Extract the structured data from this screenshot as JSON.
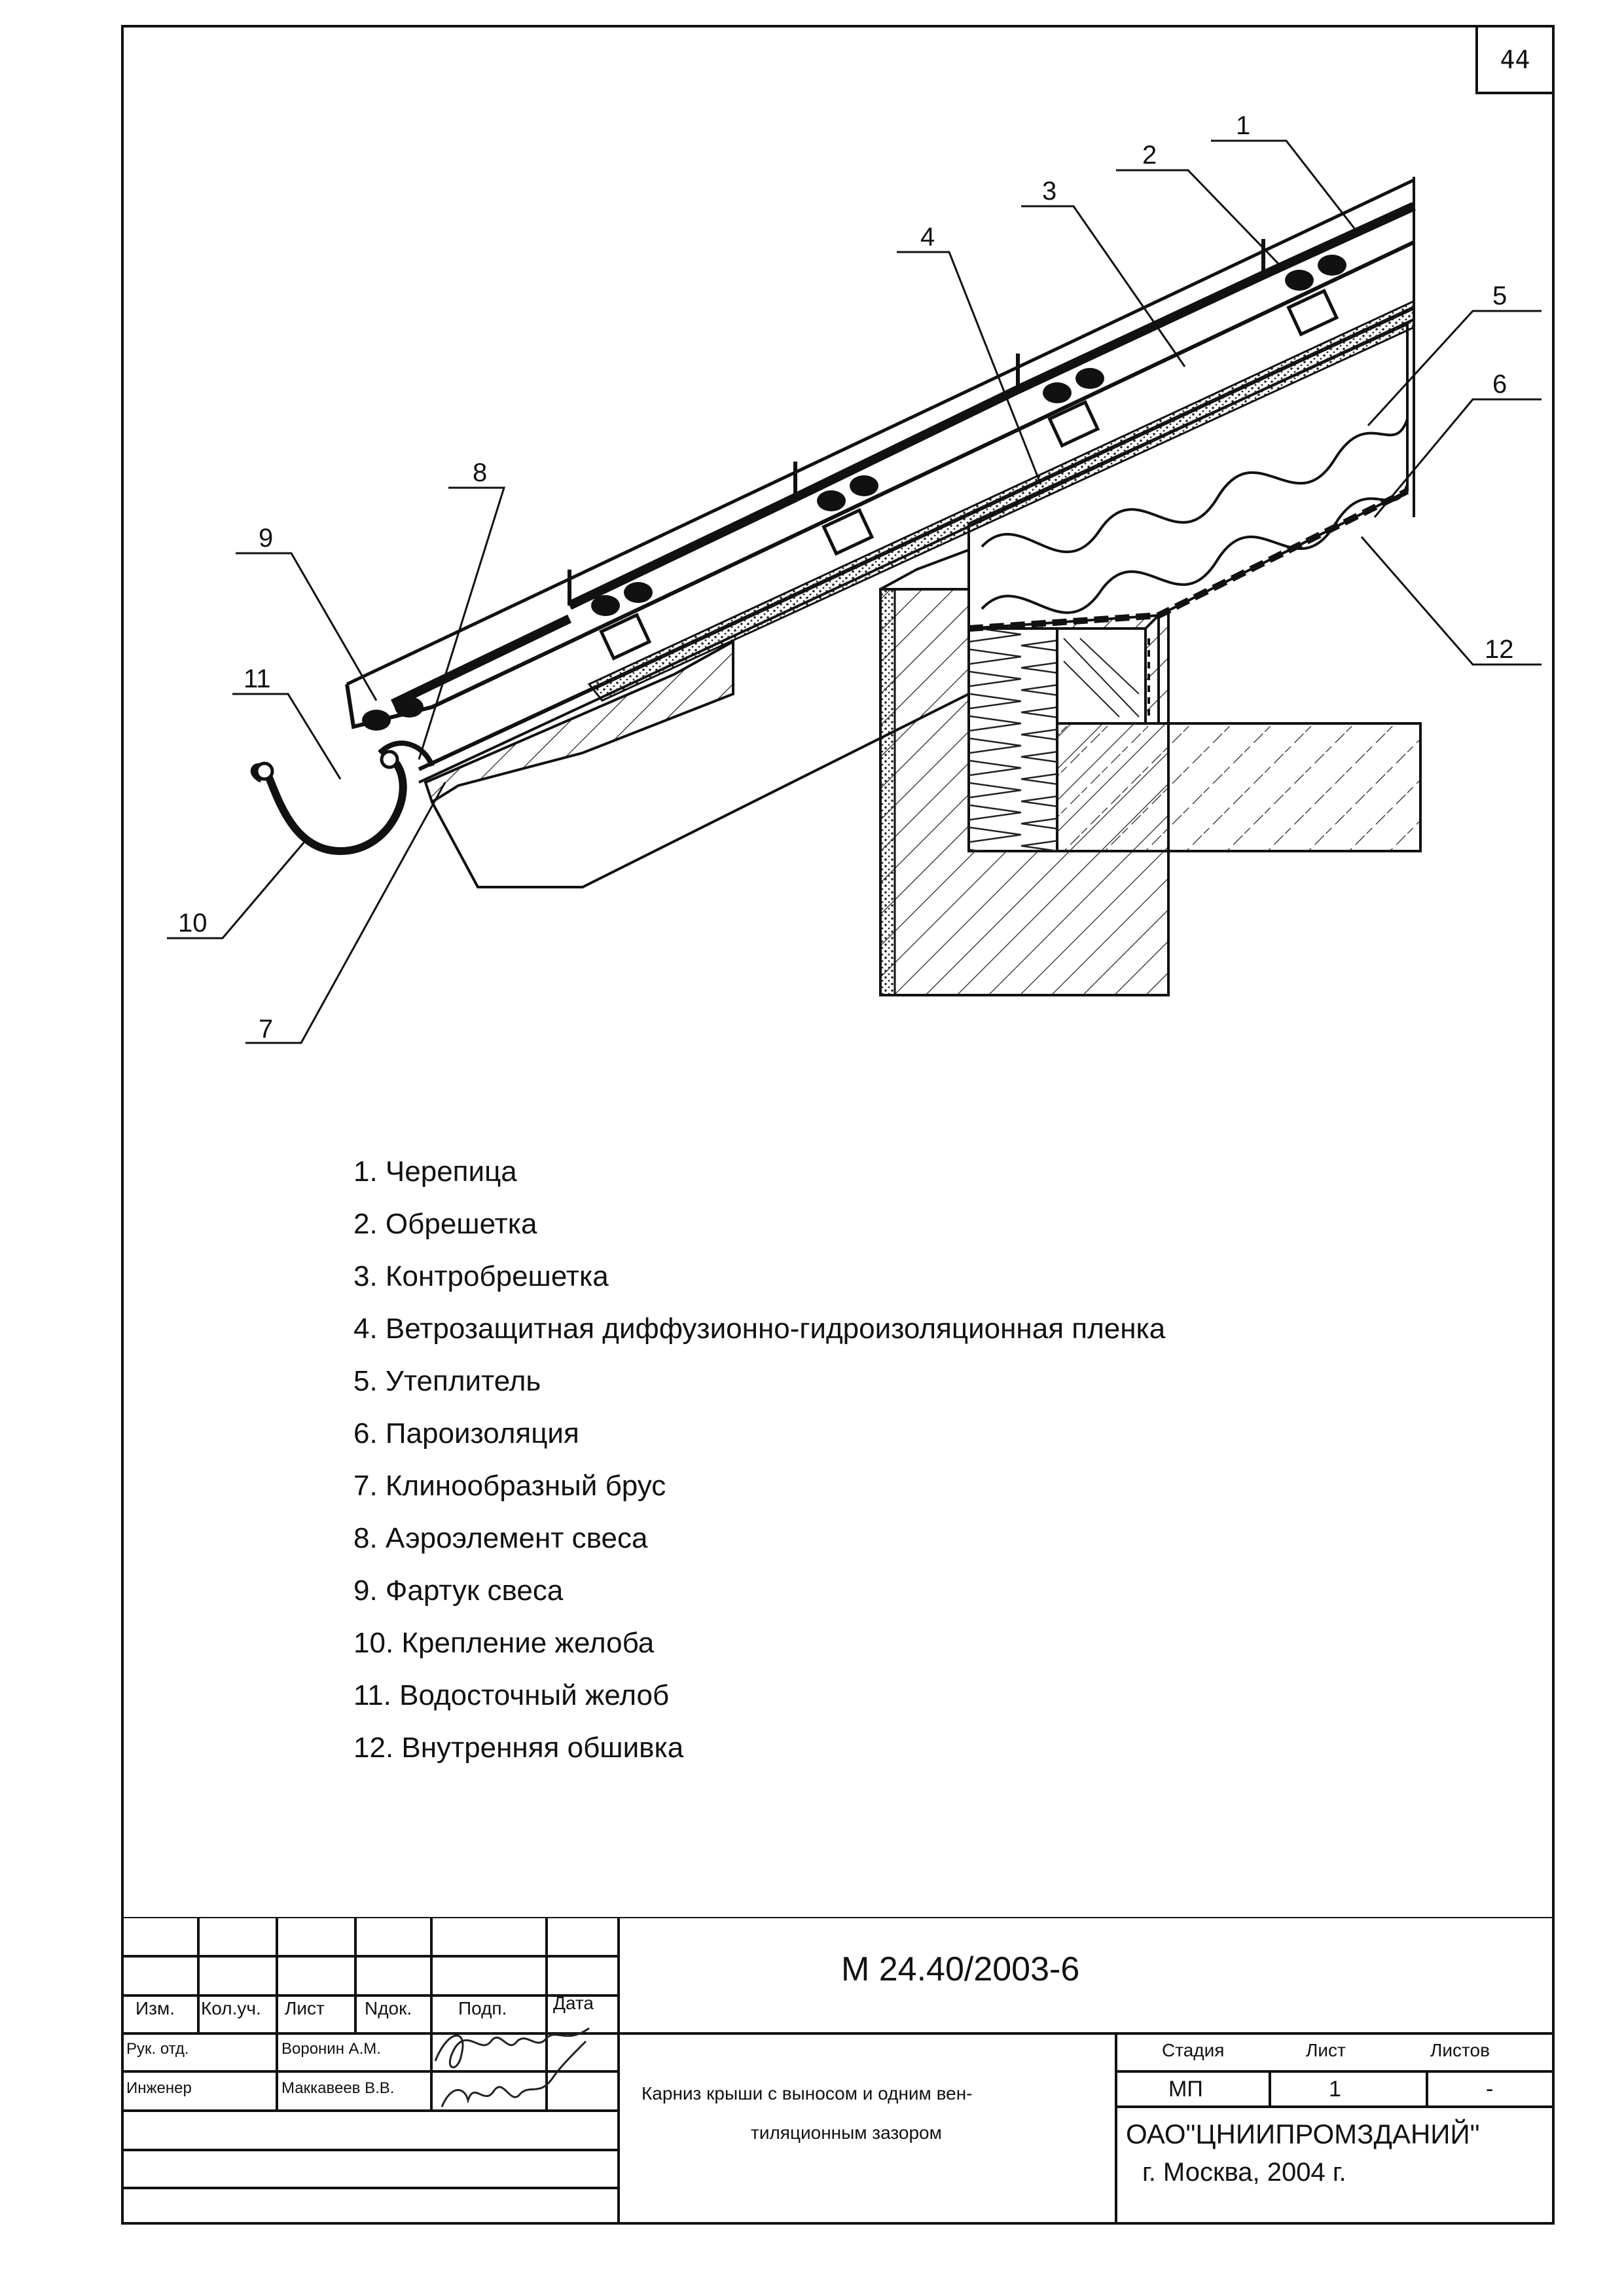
{
  "sheet": {
    "page_number": "44"
  },
  "callouts": [
    "1",
    "2",
    "3",
    "4",
    "5",
    "6",
    "7",
    "8",
    "9",
    "10",
    "11",
    "12"
  ],
  "legend": [
    "1. Черепица",
    "2. Обрешетка",
    "3. Контробрешетка",
    "4. Ветрозащитная диффузионно-гидроизоляционная пленка",
    "5. Утеплитель",
    "6. Пароизоляция",
    "7. Клинообразный брус",
    "8. Аэроэлемент свеса",
    "9. Фартук свеса",
    "10. Крепление желоба",
    "11. Водосточный желоб",
    "12. Внутренняя обшивка"
  ],
  "title_block": {
    "columns": [
      "Изм.",
      "Кол.уч.",
      "Лист",
      "Nдок.",
      "Подп.",
      "Дата"
    ],
    "roles": [
      {
        "role": "Рук. отд.",
        "name": "Воронин А.М."
      },
      {
        "role": "Инженер",
        "name": "Маккавеев В.В."
      }
    ],
    "document_code": "М 24.40/2003-6",
    "description_line1": "Карниз крыши с выносом и одним вен-",
    "description_line2": "тиляционным зазором",
    "stage_header": "Стадия",
    "sheet_header": "Лист",
    "sheets_header": "Листов",
    "stage": "МП",
    "sheet": "1",
    "sheets": "-",
    "organization": "ОАО\"ЦНИИПРОМЗДАНИЙ\"",
    "city_year": "г. Москва, 2004 г."
  }
}
